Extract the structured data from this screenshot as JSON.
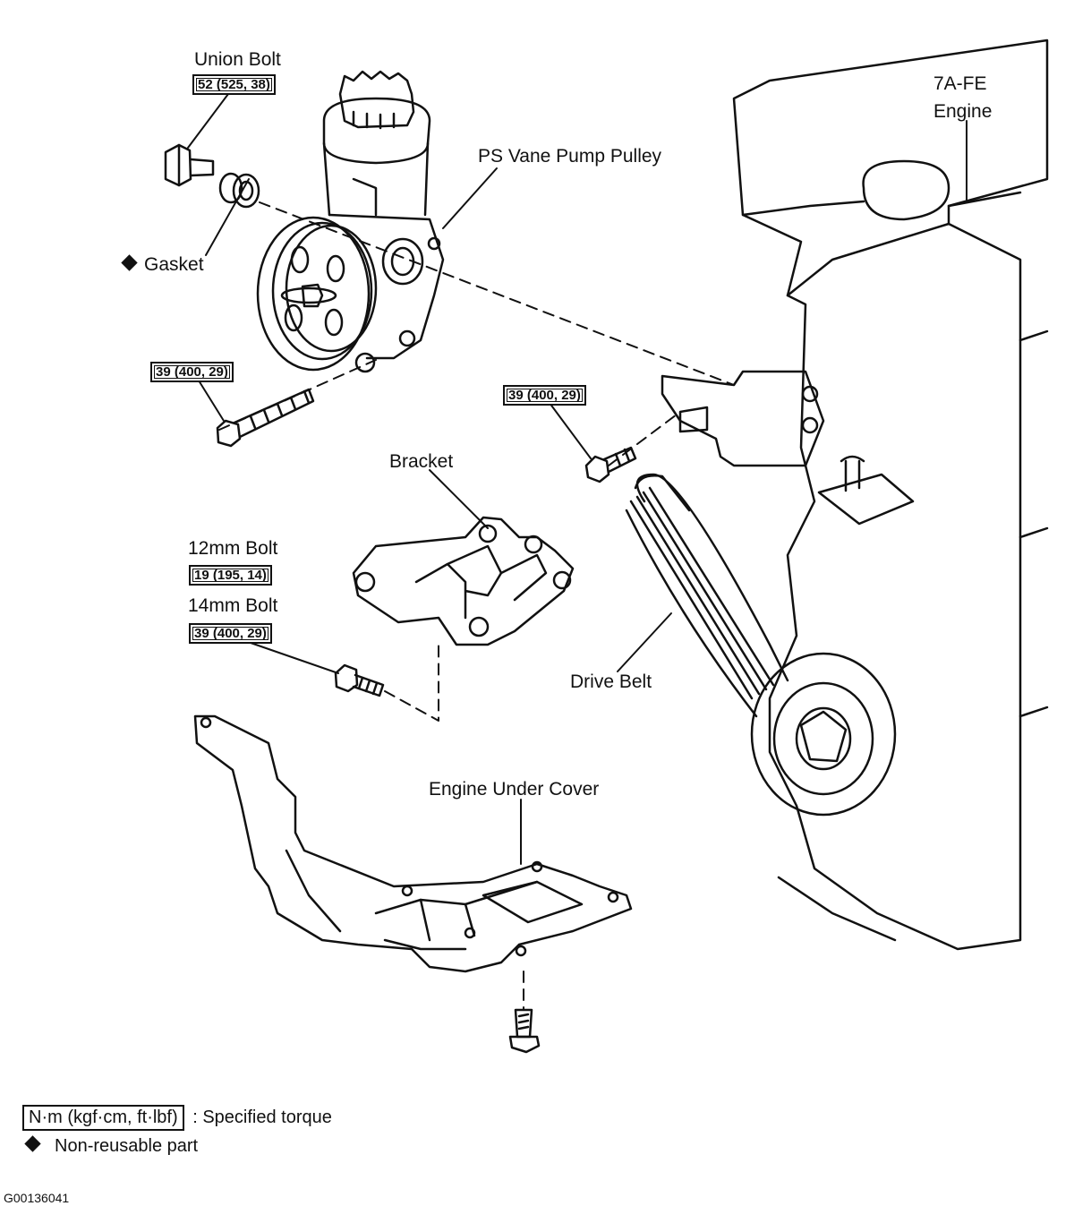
{
  "labels": {
    "union_bolt": "Union Bolt",
    "union_bolt_torque": "52 (525, 38)",
    "gasket": "Gasket",
    "pump_bolt_torque": "39 (400, 29)",
    "ps_pulley": "PS Vane Pump Pulley",
    "engine_line1": "7A-FE",
    "engine_line2": "Engine",
    "bracket_bolt_torque": "39 (400, 29)",
    "bracket": "Bracket",
    "bolt_12mm": "12mm Bolt",
    "bolt_12mm_torque": "19 (195, 14)",
    "bolt_14mm": "14mm Bolt",
    "bolt_14mm_torque": "39 (400, 29)",
    "drive_belt": "Drive Belt",
    "under_cover": "Engine Under Cover"
  },
  "legend": {
    "torque_unit": "N·m (kgf·cm, ft·lbf)",
    "torque_desc": ": Specified torque",
    "non_reusable": "Non-reusable part"
  },
  "figure_code": "G00136041",
  "icons": {
    "non_reusable_marker": "diamond-icon"
  }
}
